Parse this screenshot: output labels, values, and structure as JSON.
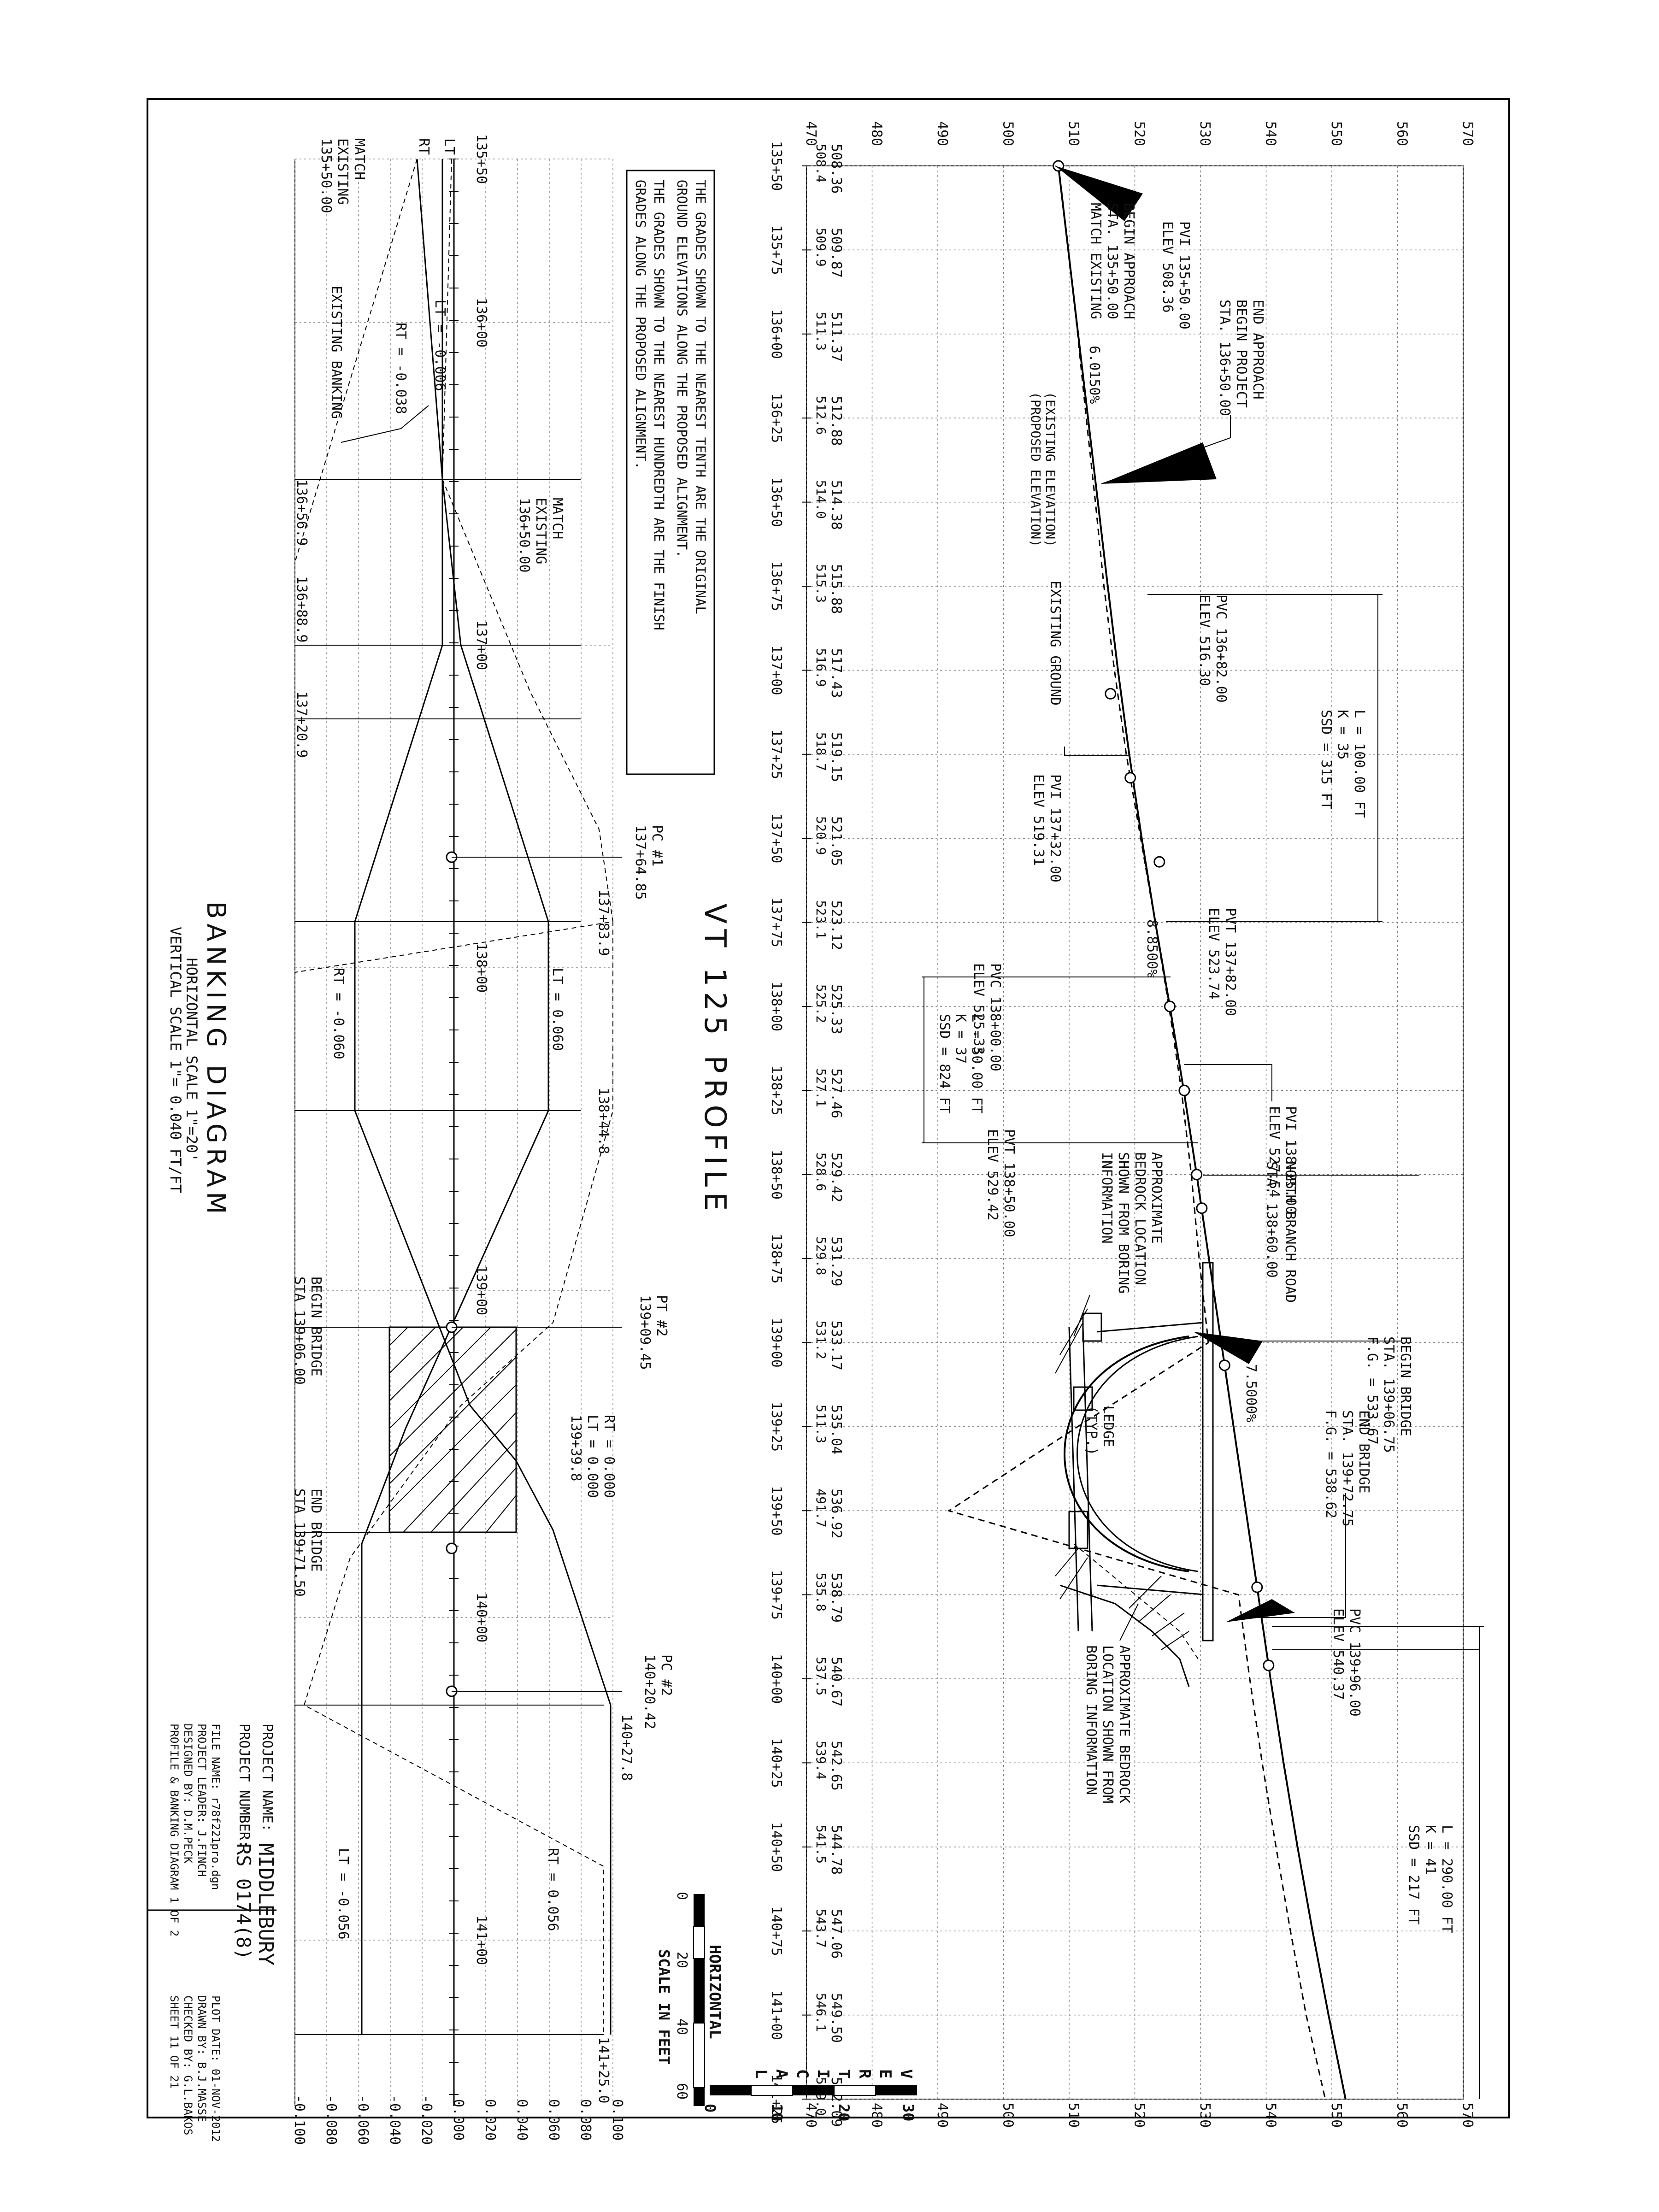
{
  "profile": {
    "title": "VT 125 PROFILE",
    "stations": [
      "135+50",
      "135+75",
      "136+00",
      "136+25",
      "136+50",
      "136+75",
      "137+00",
      "137+25",
      "137+50",
      "137+75",
      "138+00",
      "138+25",
      "138+50",
      "138+75",
      "139+00",
      "139+25",
      "139+50",
      "139+75",
      "140+00",
      "140+25",
      "140+50",
      "140+75",
      "141+00",
      "141+25"
    ],
    "existing_elev": [
      "508.4",
      "509.9",
      "511.3",
      "512.6",
      "514.0",
      "515.3",
      "516.9",
      "518.7",
      "520.9",
      "523.1",
      "525.2",
      "527.1",
      "528.6",
      "529.8",
      "531.2",
      "511.3",
      "491.7",
      "535.8",
      "537.5",
      "539.4",
      "541.5",
      "543.7",
      "546.1",
      "549.0"
    ],
    "proposed_elev": [
      "508.36",
      "509.87",
      "511.37",
      "512.88",
      "514.38",
      "515.88",
      "517.43",
      "519.15",
      "521.05",
      "523.12",
      "525.33",
      "527.46",
      "529.42",
      "531.29",
      "533.17",
      "535.04",
      "536.92",
      "538.79",
      "540.67",
      "542.65",
      "544.78",
      "547.06",
      "549.50",
      "552.09"
    ],
    "elev_ticks": [
      "470",
      "480",
      "490",
      "500",
      "510",
      "520",
      "530",
      "540",
      "550",
      "560",
      "570"
    ],
    "existing_label": "(EXISTING ELEVATION)",
    "proposed_label": "(PROPOSED ELEVATION)",
    "notes": [
      "THE GRADES SHOWN TO THE NEAREST TENTH ARE THE ORIGINAL",
      "GROUND ELEVATIONS ALONG THE PROPOSED ALIGNMENT.",
      "THE GRADES SHOWN TO THE NEAREST HUNDREDTH ARE THE FINISH",
      "GRADES ALONG THE PROPOSED ALIGNMENT."
    ],
    "callouts": {
      "pvi1": [
        "PVI 135+50.00",
        "ELEV 508.36"
      ],
      "begin_approach": [
        "BEGIN APPROACH",
        "STA. 135+50.00",
        "MATCH EXISTING"
      ],
      "end_approach": [
        "END APPROACH",
        "BEGIN PROJECT",
        "STA. 136+50.00"
      ],
      "grade1": "6.0150%",
      "existing_ground": "EXISTING GROUND",
      "pvc1": [
        "PVC 136+82.00",
        "ELEV 516.30"
      ],
      "curve1": [
        "L = 100.00 FT",
        "K = 35",
        "SSD = 315 FT"
      ],
      "pvi2": [
        "PVI 137+32.00",
        "ELEV 519.31"
      ],
      "pvt1": [
        "PVT 137+82.00",
        "ELEV 523.74"
      ],
      "grade2": "8.8500%",
      "pvc2": [
        "PVC 138+00.00",
        "ELEV 525.33"
      ],
      "curve2": [
        "L = 50.00 FT",
        "K = 37",
        "SSD = 824 FT"
      ],
      "pvi3": [
        "PVI 138+25.00",
        "ELEV 527.54"
      ],
      "pvt2": [
        "PVT 138+50.00",
        "ELEV 529.42"
      ],
      "road": [
        "NORTH BRANCH ROAD",
        "STA. 138+60.00"
      ],
      "bedrock1": [
        "APPROXIMATE",
        "BEDROCK LOCATION",
        "SHOWN FROM BORING",
        "INFORMATION"
      ],
      "begin_bridge": [
        "BEGIN BRIDGE",
        "STA. 139+06.75",
        "F.G. = 533.67"
      ],
      "end_bridge": [
        "END BRIDGE",
        "STA. 139+72.75",
        "F.G. = 538.62"
      ],
      "grade3": "7.5000%",
      "ledge": [
        "LEDGE",
        "(TYP.)"
      ],
      "bedrock2": [
        "APPROXIMATE BEDROCK",
        "LOCATION SHOWN FROM",
        "BORING INFORMATION"
      ],
      "pvc3": [
        "PVC 139+96.00",
        "ELEV 540.37"
      ],
      "curve3": [
        "L = 290.00 FT",
        "K = 41",
        "SSD = 217 FT"
      ]
    }
  },
  "banking": {
    "title": "BANKING DIAGRAM",
    "hscale": "HORIZONTAL SCALE 1\"=20'",
    "vscale": "VERTICAL SCALE 1\"= 0.040 FT/FT",
    "ticks": [
      "0.100",
      "0.080",
      "0.060",
      "0.040",
      "0.020",
      "0.000",
      "-0.020",
      "-0.040",
      "-0.060",
      "-0.080",
      "-0.100"
    ],
    "stations": [
      "135+50",
      "136+00",
      "137+00",
      "138+00",
      "139+00",
      "140+00",
      "141+00"
    ],
    "labels": {
      "match1": [
        "MATCH",
        "EXISTING",
        "135+50.00"
      ],
      "rt": "RT",
      "lt": "LT",
      "lt1": "LT = -0.006",
      "rt1": "RT = -0.038",
      "existing_banking": "EXISTING BANKING",
      "match2": [
        "MATCH",
        "EXISTING",
        "136+50.00"
      ],
      "s1": "136+56.9",
      "s2": "136+88.9",
      "s3": "137+20.9",
      "pc1": [
        "PC #1",
        "137+64.85"
      ],
      "s4": "137+83.9",
      "rt2": "RT = -0.060",
      "lt2": "LT = 0.060",
      "s5": "138+44.8",
      "pt2": [
        "PT #2",
        "139+09.45"
      ],
      "begin_bridge": [
        "BEGIN BRIDGE",
        "STA 139+06.00"
      ],
      "mid": [
        "RT = 0.000",
        "LT = 0.000",
        "139+39.8"
      ],
      "end_bridge": [
        "END BRIDGE",
        "STA 139+71.50"
      ],
      "pc2": [
        "PC #2",
        "140+20.42"
      ],
      "s6": "140+27.8",
      "lt3": "LT = -0.056",
      "rt3": "RT = 0.056",
      "s7": "141+25.0"
    }
  },
  "scales": {
    "horizontal_title": "HORIZONTAL",
    "h_ticks": [
      "0",
      "20",
      "40",
      "60"
    ],
    "h_units": "SCALE IN FEET",
    "vertical_letters": [
      "V",
      "E",
      "R",
      "T",
      "I",
      "C",
      "A",
      "L"
    ],
    "v_ticks": [
      "0",
      "10",
      "20",
      "30"
    ]
  },
  "title_block": {
    "project_name_label": "PROJECT NAME:",
    "project_name": "MIDDLEBURY",
    "project_number_label": "PROJECT NUMBER:",
    "project_number": "RS 0174(8)",
    "left_lines": [
      "FILE NAME: r78f221pro.dgn",
      "PROJECT LEADER: J.FINCH",
      "DESIGNED BY: D.M.PECK",
      "PROFILE & BANKING DIAGRAM 1 OF 2"
    ],
    "right_lines": [
      "PLOT DATE: 01-NOV-2012",
      "DRAWN BY: B.J.MASSE",
      "CHECKED BY: G.L.BAKOS",
      "SHEET 11 OF 21"
    ]
  }
}
